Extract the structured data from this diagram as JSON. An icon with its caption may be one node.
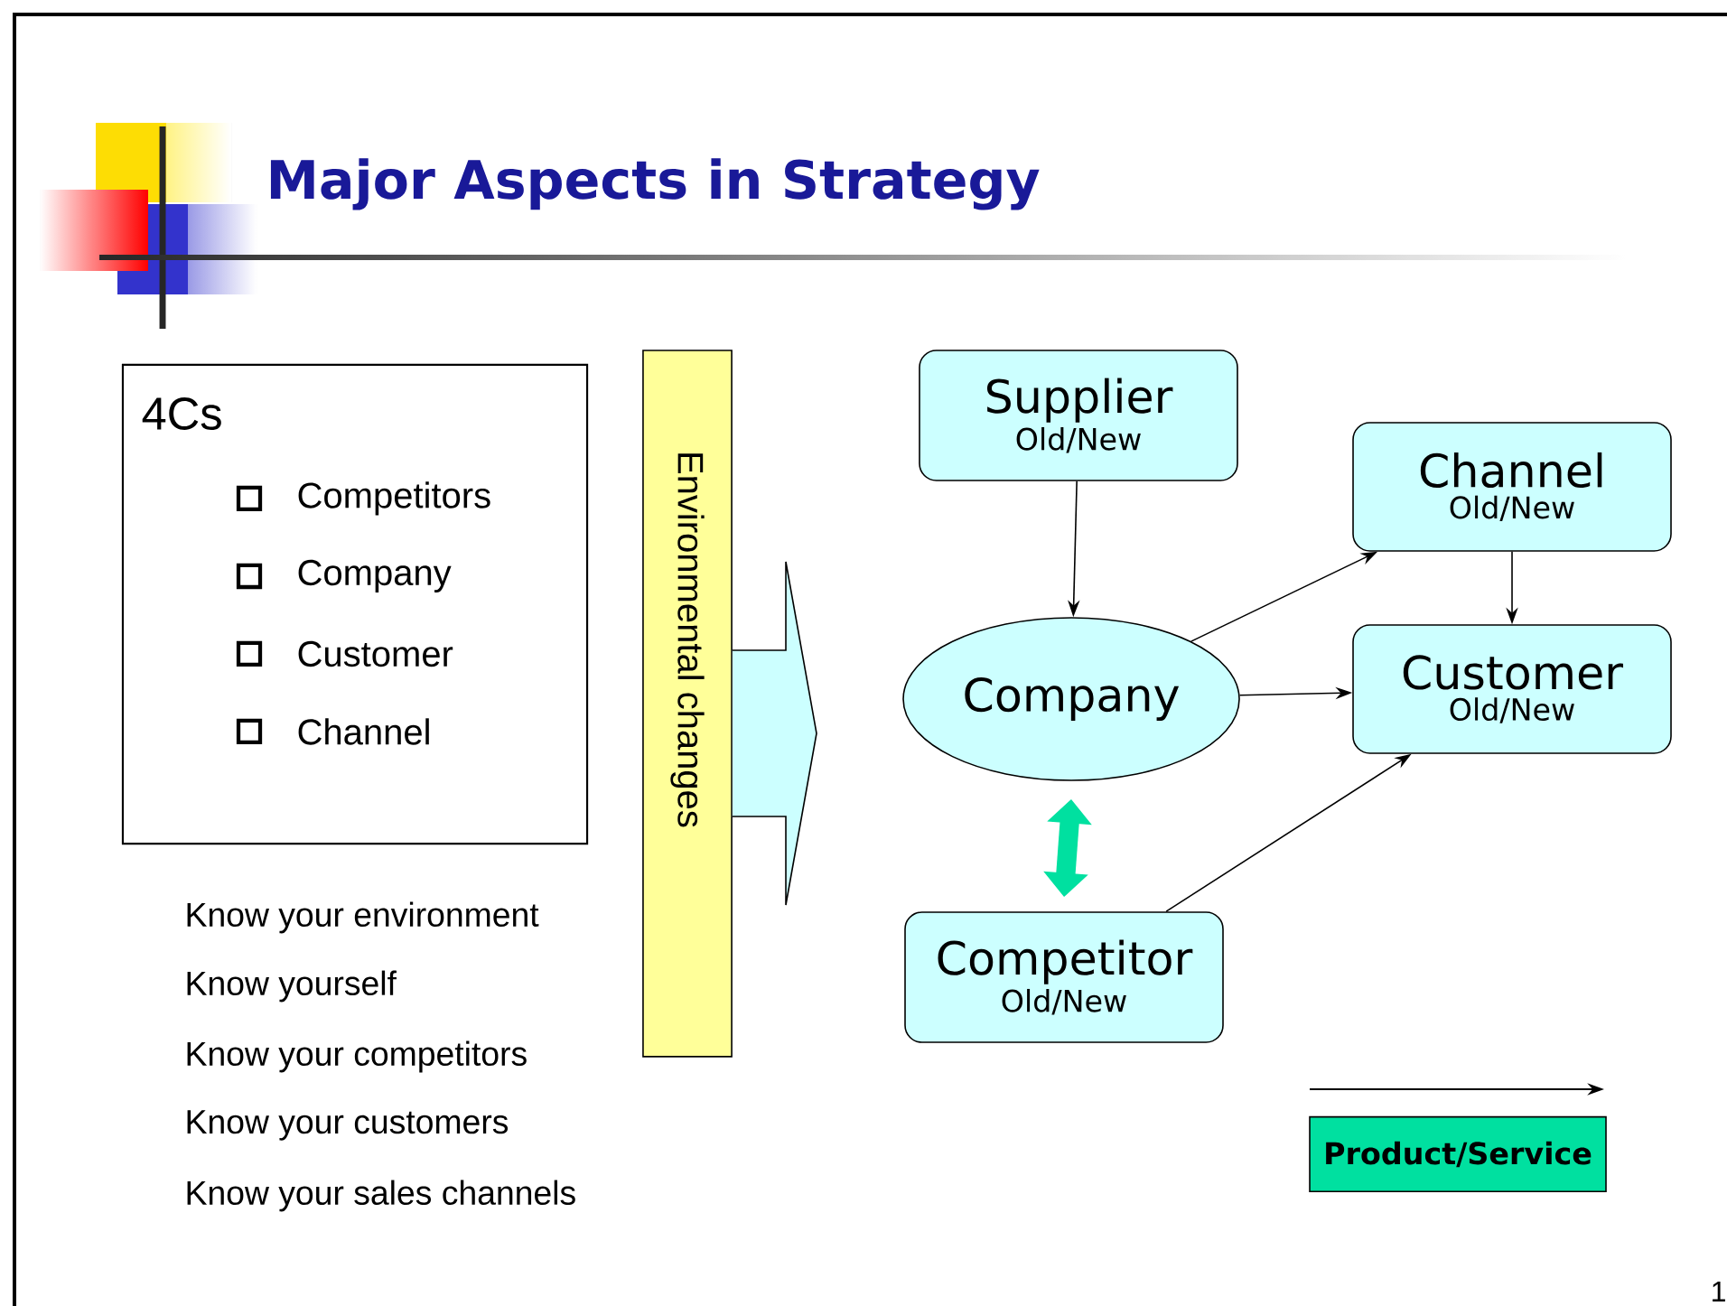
{
  "diagram": {
    "title": "Major Aspects in Strategy",
    "nodes": [
      {
        "text": [
          "4Cs",
          "Competitors",
          "Company",
          "Customer",
          "Channel"
        ]
      },
      {
        "text": [
          "Environmental changes"
        ]
      },
      {
        "text": [
          "Supplier",
          "Old/New"
        ]
      },
      {
        "text": [
          "Channel",
          "Old/New"
        ]
      },
      {
        "text": [
          "Company"
        ]
      },
      {
        "text": [
          "Customer",
          "Old/New"
        ]
      },
      {
        "text": [
          "Competitor",
          "Old/New"
        ]
      }
    ],
    "edges": [
      {
        "from": 1,
        "to": null,
        "arrow": "to",
        "style": "thick",
        "color": "#ccffff"
      },
      {
        "from": 2,
        "to": 4,
        "arrow": "to"
      },
      {
        "from": 4,
        "to": 3,
        "arrow": "to"
      },
      {
        "from": 4,
        "to": 5,
        "arrow": "to"
      },
      {
        "from": 3,
        "to": 5,
        "arrow": "to"
      },
      {
        "from": 6,
        "to": 5,
        "arrow": "to"
      },
      {
        "from": 4,
        "to": 6,
        "arrow": "both",
        "style": "thick",
        "color": "#00e0a0"
      }
    ],
    "labels": [
      "Know your environment",
      "Know yourself",
      "Know your competitors",
      "Know your customers",
      "Know your sales channels",
      "1"
    ],
    "legend": [
      {
        "text": "Product/Service"
      }
    ]
  }
}
